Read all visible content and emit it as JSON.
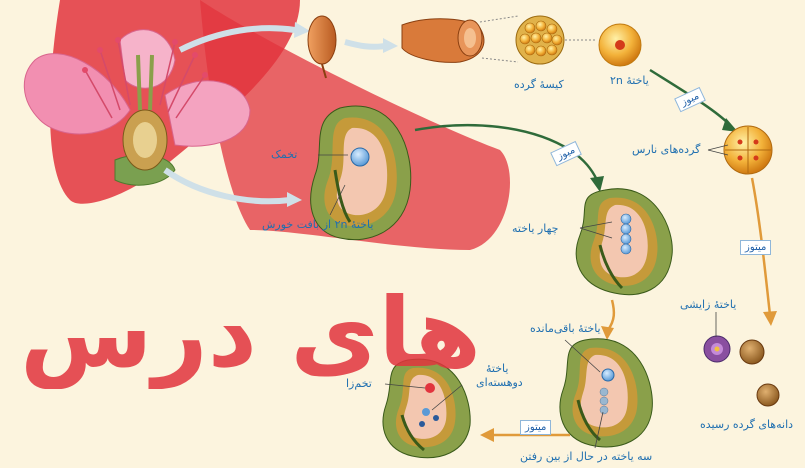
{
  "labels": {
    "pollen_sac": "کیسهٔ گرده",
    "cell_2n": "یاختهٔ ۲n",
    "immature_pollen": "گرده‌های نارس",
    "ovule": "تخمک",
    "cell_2n_nucellus": "یاختهٔ ۲n از بافت خورش",
    "four_cells": "چهار یاخته",
    "generative_cell": "یاختهٔ زایشی",
    "mature_pollen": "دانه‌های گرده رسیده",
    "remaining_cell": "یاختهٔ باقی‌مانده",
    "binucleate_cell_1": "یاختهٔ",
    "binucleate_cell_2": "دوهسته‌ای",
    "egg_cell": "تخم‌زا",
    "three_degenerating": "سه یاخته در حال از بین رفتن"
  },
  "tags": {
    "meiosis_top": "میوز",
    "meiosis_mid": "میوز",
    "mitosis_right": "میتوز",
    "mitosis_bottom": "میتوز"
  },
  "watermark": {
    "text_bottom": "های درس",
    "text_top": "ی"
  },
  "colors": {
    "background": "#fcf4de",
    "label_blue": "#1f6fb0",
    "arrow_green": "#2f6b3a",
    "arrow_orange": "#e09a3a",
    "watermark_red": "#e2343e"
  }
}
